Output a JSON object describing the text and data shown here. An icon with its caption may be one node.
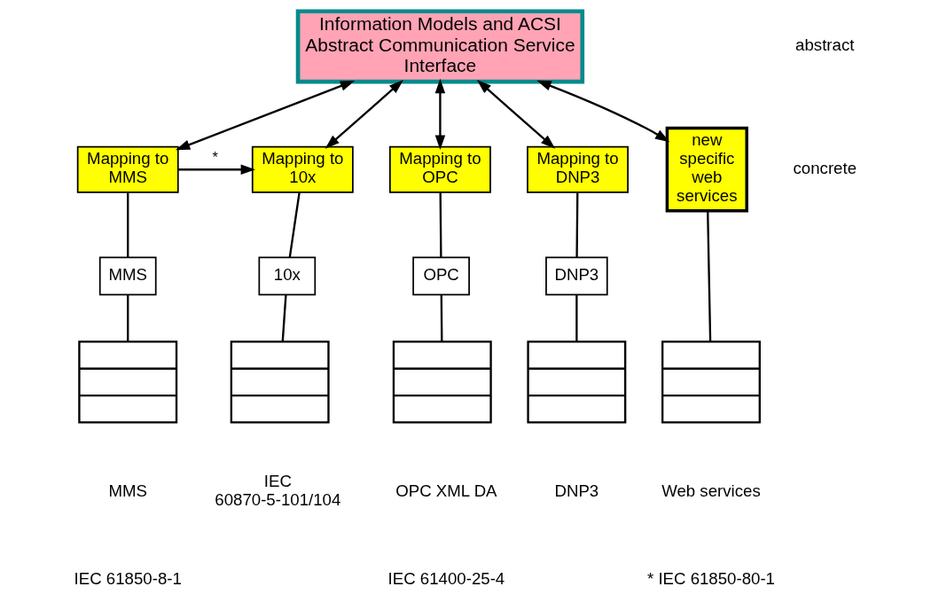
{
  "diagram": {
    "nodes": [
      {
        "text": [
          "Information Models and ACSI Abstract Communication Service Interface"
        ]
      },
      {
        "text": [
          "Mapping to MMS"
        ]
      },
      {
        "text": [
          "Mapping to 10x"
        ]
      },
      {
        "text": [
          "Mapping to OPC"
        ]
      },
      {
        "text": [
          "Mapping to DNP3"
        ]
      },
      {
        "text": [
          "new specific web services"
        ]
      },
      {
        "text": [
          "MMS"
        ]
      },
      {
        "text": [
          "10x"
        ]
      },
      {
        "text": [
          "OPC"
        ]
      },
      {
        "text": [
          "DNP3"
        ]
      },
      {
        "text": [],
        "shape": "box"
      },
      {
        "text": [],
        "shape": "box"
      },
      {
        "text": [],
        "shape": "box"
      },
      {
        "text": [],
        "shape": "box"
      },
      {
        "text": [],
        "shape": "box"
      }
    ],
    "edges": [
      {
        "from": 0,
        "to": 1,
        "arrow": "both"
      },
      {
        "from": 0,
        "to": 2,
        "arrow": "both"
      },
      {
        "from": 0,
        "to": 3,
        "arrow": "both"
      },
      {
        "from": 0,
        "to": 4,
        "arrow": "both"
      },
      {
        "from": 0,
        "to": 5,
        "arrow": "both"
      },
      {
        "from": 1,
        "to": 2,
        "arrow": "to",
        "label": "*"
      },
      {
        "from": 1,
        "to": 6,
        "arrow": "none"
      },
      {
        "from": 2,
        "to": 7,
        "arrow": "none"
      },
      {
        "from": 3,
        "to": 8,
        "arrow": "none"
      },
      {
        "from": 4,
        "to": 9,
        "arrow": "none"
      },
      {
        "from": 6,
        "to": 10,
        "arrow": "none"
      },
      {
        "from": 7,
        "to": 11,
        "arrow": "none"
      },
      {
        "from": 8,
        "to": 12,
        "arrow": "none"
      },
      {
        "from": 9,
        "to": 13,
        "arrow": "none"
      },
      {
        "from": 5,
        "to": 14,
        "arrow": "none"
      }
    ],
    "labels": [
      "abstract",
      "concrete",
      "MMS",
      "IEC 60870-5-101/104",
      "OPC XML DA",
      "DNP3",
      "Web services",
      "IEC 61850-8-1",
      "IEC 61400-25-4",
      "* IEC 61850-80-1"
    ]
  }
}
